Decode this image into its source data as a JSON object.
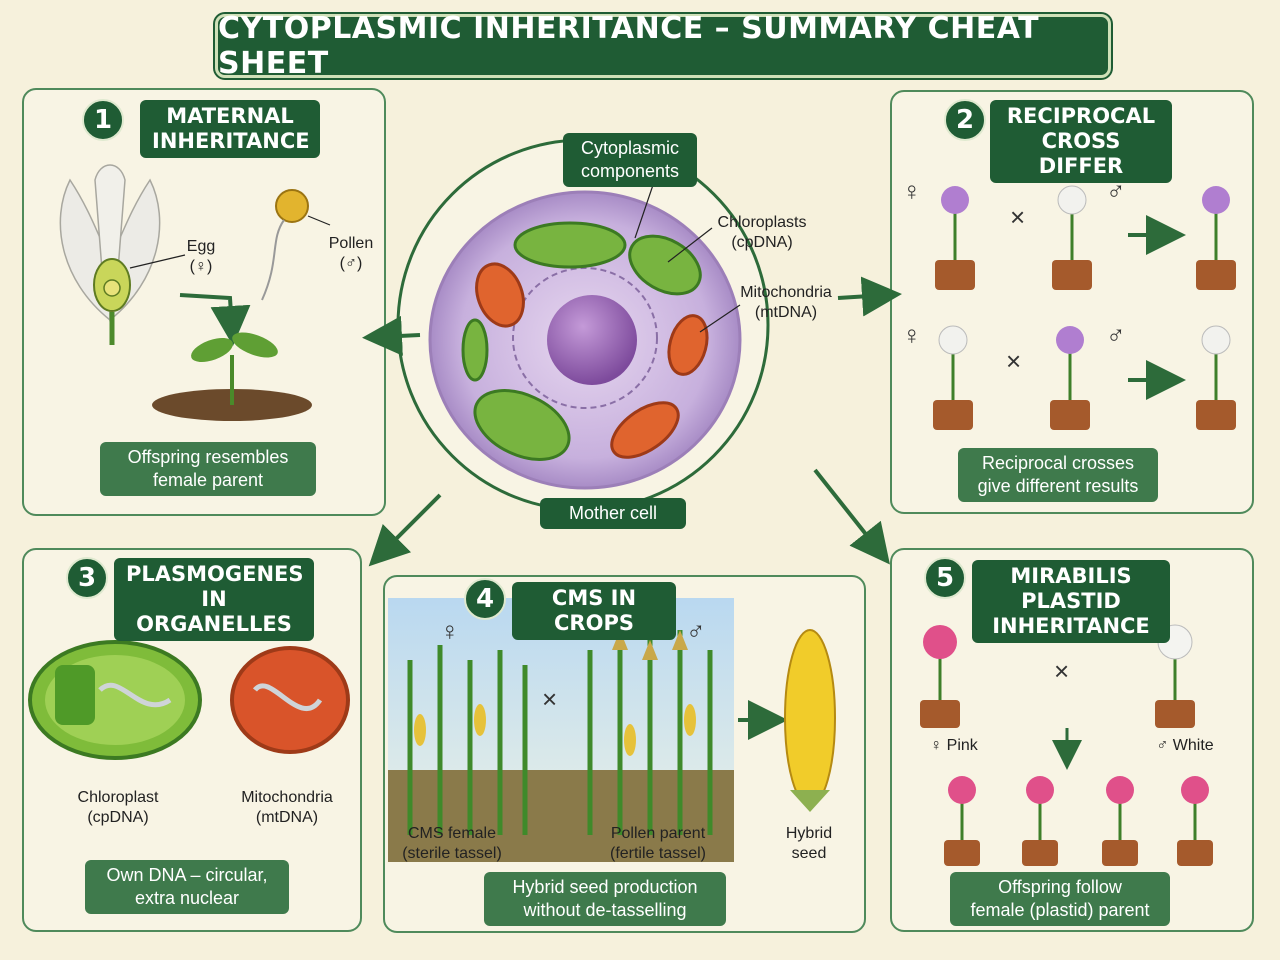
{
  "title": "CYTOPLASMIC INHERITANCE – SUMMARY CHEAT SHEET",
  "center": {
    "components_label": "Cytoplasmic\ncomponents",
    "chloroplasts_label": "Chloroplasts\n(cpDNA)",
    "mitochondria_label": "Mitochondria\n(mtDNA)",
    "mother_cell_label": "Mother cell"
  },
  "panels": {
    "p1": {
      "number": "1",
      "title": "MATERNAL\nINHERITANCE",
      "egg_label": "Egg\n(♀)",
      "pollen_label": "Pollen\n(♂)",
      "caption": "Offspring resembles\nfemale parent"
    },
    "p2": {
      "number": "2",
      "title": "RECIPROCAL\nCROSS DIFFER",
      "female_symbol": "♀",
      "male_symbol": "♂",
      "cross_symbol": "×",
      "caption": "Reciprocal crosses\ngive different results"
    },
    "p3": {
      "number": "3",
      "title": "PLASMOGENES\nIN ORGANELLES",
      "chloroplast_label": "Chloroplast\n(cpDNA)",
      "mitochondria_label": "Mitochondria\n(mtDNA)",
      "caption": "Own DNA – circular,\nextra nuclear"
    },
    "p4": {
      "number": "4",
      "title": "CMS IN CROPS",
      "female_symbol": "♀",
      "male_symbol": "♂",
      "cross_symbol": "×",
      "female_label": "CMS female\n(sterile tassel)",
      "pollen_label": "Pollen parent\n(fertile tassel)",
      "seed_label": "Hybrid\nseed",
      "caption": "Hybrid seed production\nwithout de-tasselling"
    },
    "p5": {
      "number": "5",
      "title": "MIRABILIS PLASTID\nINHERITANCE",
      "cross_symbol": "×",
      "pink_label": "♀ Pink",
      "white_label": "♂ White",
      "caption": "Offspring follow\nfemale (plastid) parent"
    }
  },
  "colors": {
    "dark_green": "#1f5c34",
    "panel_border": "#4f8a5b",
    "background": "#f6f1dc",
    "cell_purple": "#b99ad0",
    "chloroplast_green": "#6aa63a",
    "mitochondria_orange": "#d9542a"
  }
}
